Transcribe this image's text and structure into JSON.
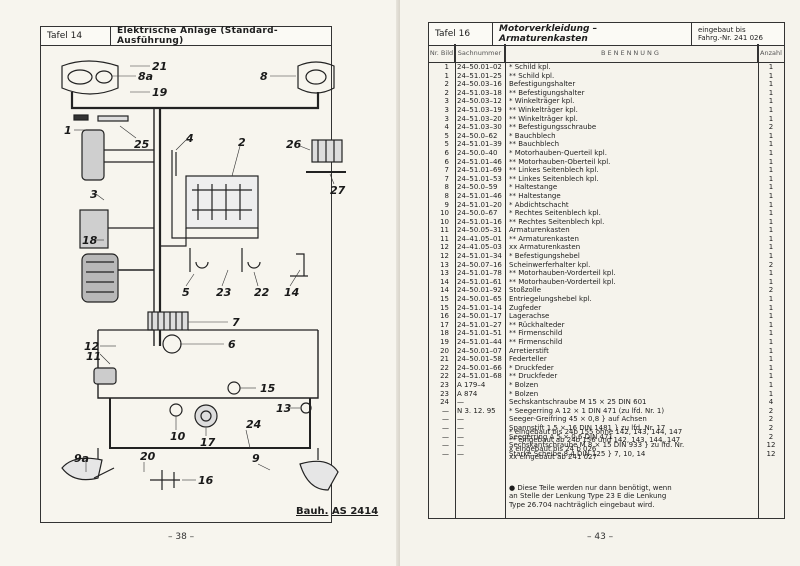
{
  "left_page": {
    "plate": "Tafel 14",
    "title": "Elektrische Anlage (Standard-Ausführung)",
    "page_number": "– 38 –",
    "drawing_code_prefix": "Bauh.",
    "drawing_code": "AS 2414",
    "callouts": [
      "21",
      "8a",
      "19",
      "8",
      "1",
      "25",
      "4",
      "2",
      "26",
      "27",
      "3",
      "18",
      "5",
      "23",
      "22",
      "14",
      "7",
      "6",
      "12",
      "11",
      "15",
      "10",
      "17",
      "13",
      "24",
      "9a",
      "20",
      "9",
      "16"
    ]
  },
  "right_page": {
    "plate": "Tafel 16",
    "title": "Motorverkleidung – Armaturenkasten",
    "range_line1": "eingebaut bis",
    "range_line2": "Fahrg.-Nr. 241 026",
    "col_pos": "Nr. Bild",
    "col_art": "Sachnummer",
    "col_desc": "BENENNUNG",
    "col_qty": "Anzahl",
    "page_number": "– 43 –",
    "rows": [
      {
        "pos": "1",
        "art": "24–50.01–02",
        "desc": "* Schild kpl.",
        "qty": "1"
      },
      {
        "pos": "1",
        "art": "24–51.01–25",
        "desc": "** Schild kpl.",
        "qty": "1"
      },
      {
        "pos": "2",
        "art": "24–50.03–16",
        "desc": "Befestigungshalter",
        "qty": "1"
      },
      {
        "pos": "2",
        "art": "24–51.03–18",
        "desc": "** Befestigungshalter",
        "qty": "1"
      },
      {
        "pos": "3",
        "art": "24–50.03–12",
        "desc": "* Winkelträger kpl.",
        "qty": "1"
      },
      {
        "pos": "3",
        "art": "24–51.03–19",
        "desc": "** Winkelträger kpl.",
        "qty": "1"
      },
      {
        "pos": "3",
        "art": "24–51.03–20",
        "desc": "** Winkelträger kpl.",
        "qty": "1"
      },
      {
        "pos": "4",
        "art": "24–51.03–30",
        "desc": "** Befestigungsschraube",
        "qty": "2"
      },
      {
        "pos": "5",
        "art": "24–50.0–62",
        "desc": "* Bauchblech",
        "qty": "1"
      },
      {
        "pos": "5",
        "art": "24–51.01–39",
        "desc": "** Bauchblech",
        "qty": "1"
      },
      {
        "pos": "6",
        "art": "24–50.0–40",
        "desc": "* Motorhauben-Querteil kpl.",
        "qty": "1"
      },
      {
        "pos": "6",
        "art": "24–51.01–46",
        "desc": "** Motorhauben-Oberteil kpl.",
        "qty": "1"
      },
      {
        "pos": "7",
        "art": "24–51.01–69",
        "desc": "** Linkes Seitenblech kpl.",
        "qty": "1"
      },
      {
        "pos": "7",
        "art": "24–51.01–53",
        "desc": "** Linkes Seitenblech kpl.",
        "qty": "1"
      },
      {
        "pos": "8",
        "art": "24–50.0–59",
        "desc": "* Haltestange",
        "qty": "1"
      },
      {
        "pos": "8",
        "art": "24–51.01–46",
        "desc": "** Haltestange",
        "qty": "1"
      },
      {
        "pos": "9",
        "art": "24–51.01–20",
        "desc": "* Abdichtschacht",
        "qty": "1"
      },
      {
        "pos": "10",
        "art": "24–50.0–67",
        "desc": "* Rechtes Seitenblech kpl.",
        "qty": "1"
      },
      {
        "pos": "10",
        "art": "24–51.01–16",
        "desc": "** Rechtes Seitenblech kpl.",
        "qty": "1"
      },
      {
        "pos": "11",
        "art": "24–50.05–31",
        "desc": "Armaturenkasten",
        "qty": "1"
      },
      {
        "pos": "11",
        "art": "24–41.05–01",
        "desc": "** Armaturenkasten",
        "qty": "1"
      },
      {
        "pos": "12",
        "art": "24–41.05–03",
        "desc": "xx Armaturenkasten",
        "qty": "1"
      },
      {
        "pos": "12",
        "art": "24–51.01–34",
        "desc": "* Befestigungshebel",
        "qty": "1"
      },
      {
        "pos": "13",
        "art": "24–50.07–16",
        "desc": "Scheinwerferhalter kpl.",
        "qty": "2"
      },
      {
        "pos": "13",
        "art": "24–51.01–78",
        "desc": "** Motorhauben-Vorderteil kpl.",
        "qty": "1"
      },
      {
        "pos": "14",
        "art": "24–51.01–61",
        "desc": "** Motorhauben-Vorderteil kpl.",
        "qty": "1"
      },
      {
        "pos": "14",
        "art": "24–50.01–92",
        "desc": "Stoßzolle",
        "qty": "2"
      },
      {
        "pos": "15",
        "art": "24–50.01–65",
        "desc": "Entriegelungshebel kpl.",
        "qty": "1"
      },
      {
        "pos": "15",
        "art": "24–51.01–14",
        "desc": "Zugfeder",
        "qty": "1"
      },
      {
        "pos": "16",
        "art": "24–50.01–17",
        "desc": "Lagerachse",
        "qty": "1"
      },
      {
        "pos": "17",
        "art": "24–51.01–27",
        "desc": "** Rückhalteder",
        "qty": "1"
      },
      {
        "pos": "18",
        "art": "24–51.01–51",
        "desc": "** Firmenschild",
        "qty": "1"
      },
      {
        "pos": "19",
        "art": "24–51.01–44",
        "desc": "** Firmenschild",
        "qty": "1"
      },
      {
        "pos": "20",
        "art": "24–50.01–07",
        "desc": "Arretierstift",
        "qty": "1"
      },
      {
        "pos": "21",
        "art": "24–50.01–58",
        "desc": "Federteller",
        "qty": "1"
      },
      {
        "pos": "22",
        "art": "24–50.01–66",
        "desc": "* Druckfeder",
        "qty": "1"
      },
      {
        "pos": "22",
        "art": "24–51.01–68",
        "desc": "** Druckfeder",
        "qty": "1"
      },
      {
        "pos": "23",
        "art": "A 179–4",
        "desc": "* Bolzen",
        "qty": "1"
      },
      {
        "pos": "23",
        "art": "A 874",
        "desc": "* Bolzen",
        "qty": "1"
      },
      {
        "pos": "24",
        "art": "—",
        "desc": "Sechskantschraube M 15 × 25 DIN 601",
        "qty": "4"
      },
      {
        "pos": "—",
        "art": "N 3. 12. 95",
        "desc": "* Seegerring A 12 × 1 DIN 471 (zu lfd. Nr. 1)",
        "qty": "2"
      },
      {
        "pos": "—",
        "art": "—",
        "desc": "Seeger-Greifring 45 × 0,8   } auf Achsen",
        "qty": "2"
      },
      {
        "pos": "—",
        "art": "—",
        "desc": "Spannstift 1,5 × 16 DIN 1481  } zu lfd. Nr. 17",
        "qty": "2"
      },
      {
        "pos": "—",
        "art": "—",
        "desc": "Seegerring A 5 × 0,6 DIN 471",
        "qty": "2"
      },
      {
        "pos": "—",
        "art": "—",
        "desc": "Sechskantschraube M 8 × 15 DIN 933  } zu lfd. Nr.",
        "qty": "12"
      },
      {
        "pos": "—",
        "art": "—",
        "desc": "Starke Scheibe 8,4 DIN 125       } 7, 10, 14",
        "qty": "12"
      }
    ],
    "notes_a": [
      "* eingebaut bis 24b 155 ohne 142, 143, 144, 147",
      "** eingebaut ab 24b 156 und 142, 143, 144, 147",
      "x eingebaut bis 24 b 026",
      "xx eingebaut ab 241 027"
    ],
    "notes_b": [
      "● Diese Teile werden nur dann benötigt, wenn",
      "an Stelle der Lenkung Type 23 E die Lenkung",
      "Type 26.704 nachträglich eingebaut wird."
    ]
  }
}
